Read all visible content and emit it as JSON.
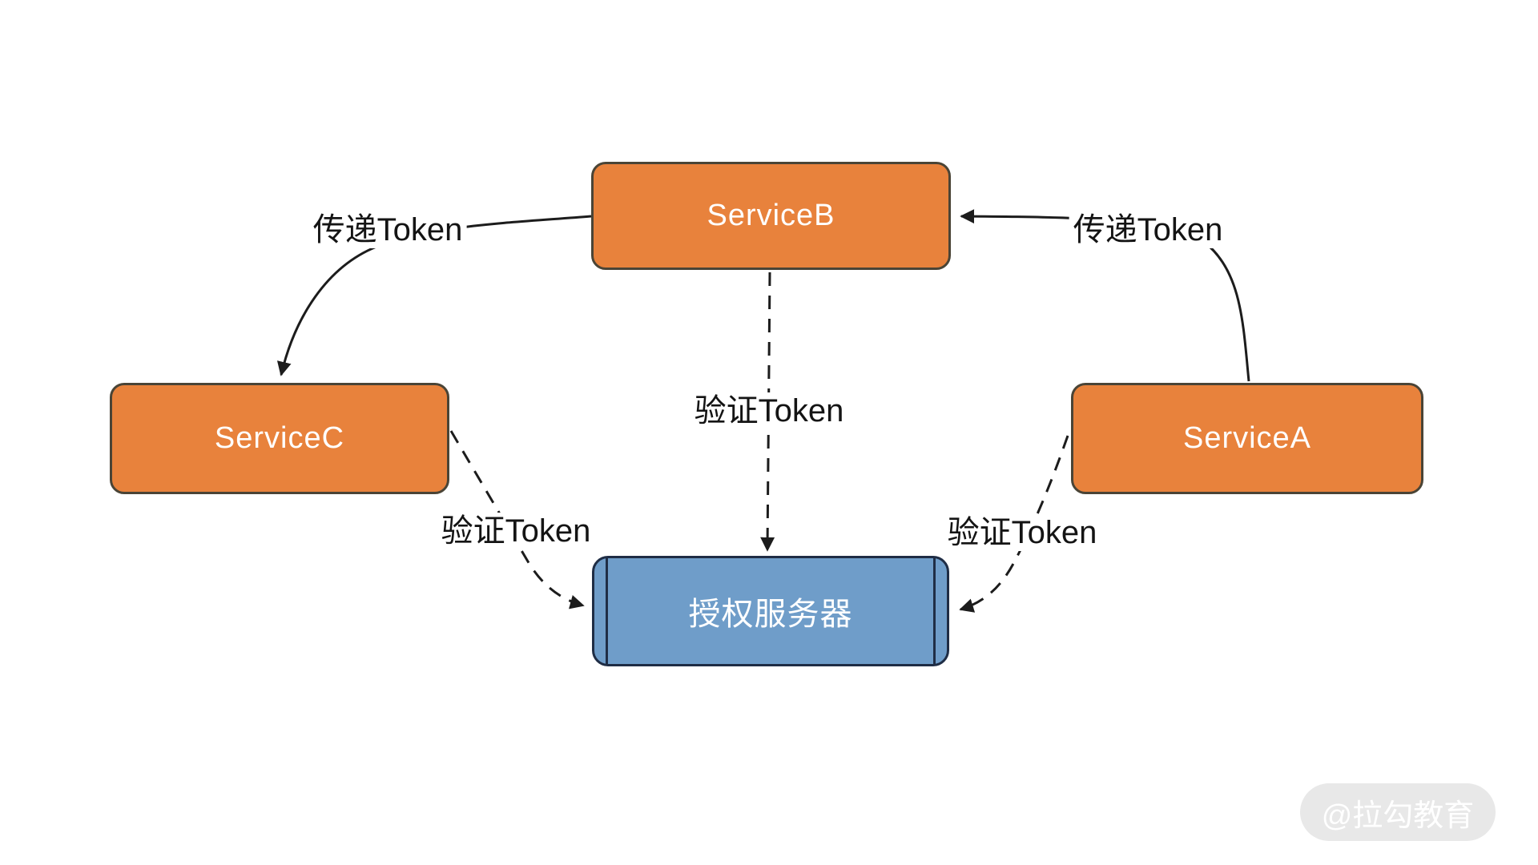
{
  "diagram": {
    "title": "token-validation-flow",
    "nodes": [
      {
        "id": "service-b",
        "label": "ServiceB",
        "shape": "rounded-rect",
        "fill": "#e8823c"
      },
      {
        "id": "service-c",
        "label": "ServiceC",
        "shape": "rounded-rect",
        "fill": "#e8823c"
      },
      {
        "id": "service-a",
        "label": "ServiceA",
        "shape": "rounded-rect",
        "fill": "#e8823c"
      },
      {
        "id": "auth-server",
        "label": "授权服务器",
        "shape": "predefined-process",
        "fill": "#6f9dc9"
      }
    ],
    "edges": [
      {
        "from": "service-b",
        "to": "service-c",
        "label": "传递Token",
        "style": "solid"
      },
      {
        "from": "service-a",
        "to": "service-b",
        "label": "传递Token",
        "style": "solid"
      },
      {
        "from": "service-b",
        "to": "auth-server",
        "label": "验证Token",
        "style": "dashed"
      },
      {
        "from": "service-c",
        "to": "auth-server",
        "label": "验证Token",
        "style": "dashed"
      },
      {
        "from": "service-a",
        "to": "auth-server",
        "label": "验证Token",
        "style": "dashed"
      }
    ],
    "watermark": "@拉勾教育",
    "colors": {
      "bg": "#ffffff",
      "orange": "#e8823c",
      "orange-border": "#4a4436",
      "blue": "#6f9dc9",
      "blue-border": "#1f2d45",
      "line": "#1c1c1c",
      "label": "#141414",
      "wm-bg": "#e8e8e8",
      "wm-text": "#ffffff"
    }
  }
}
